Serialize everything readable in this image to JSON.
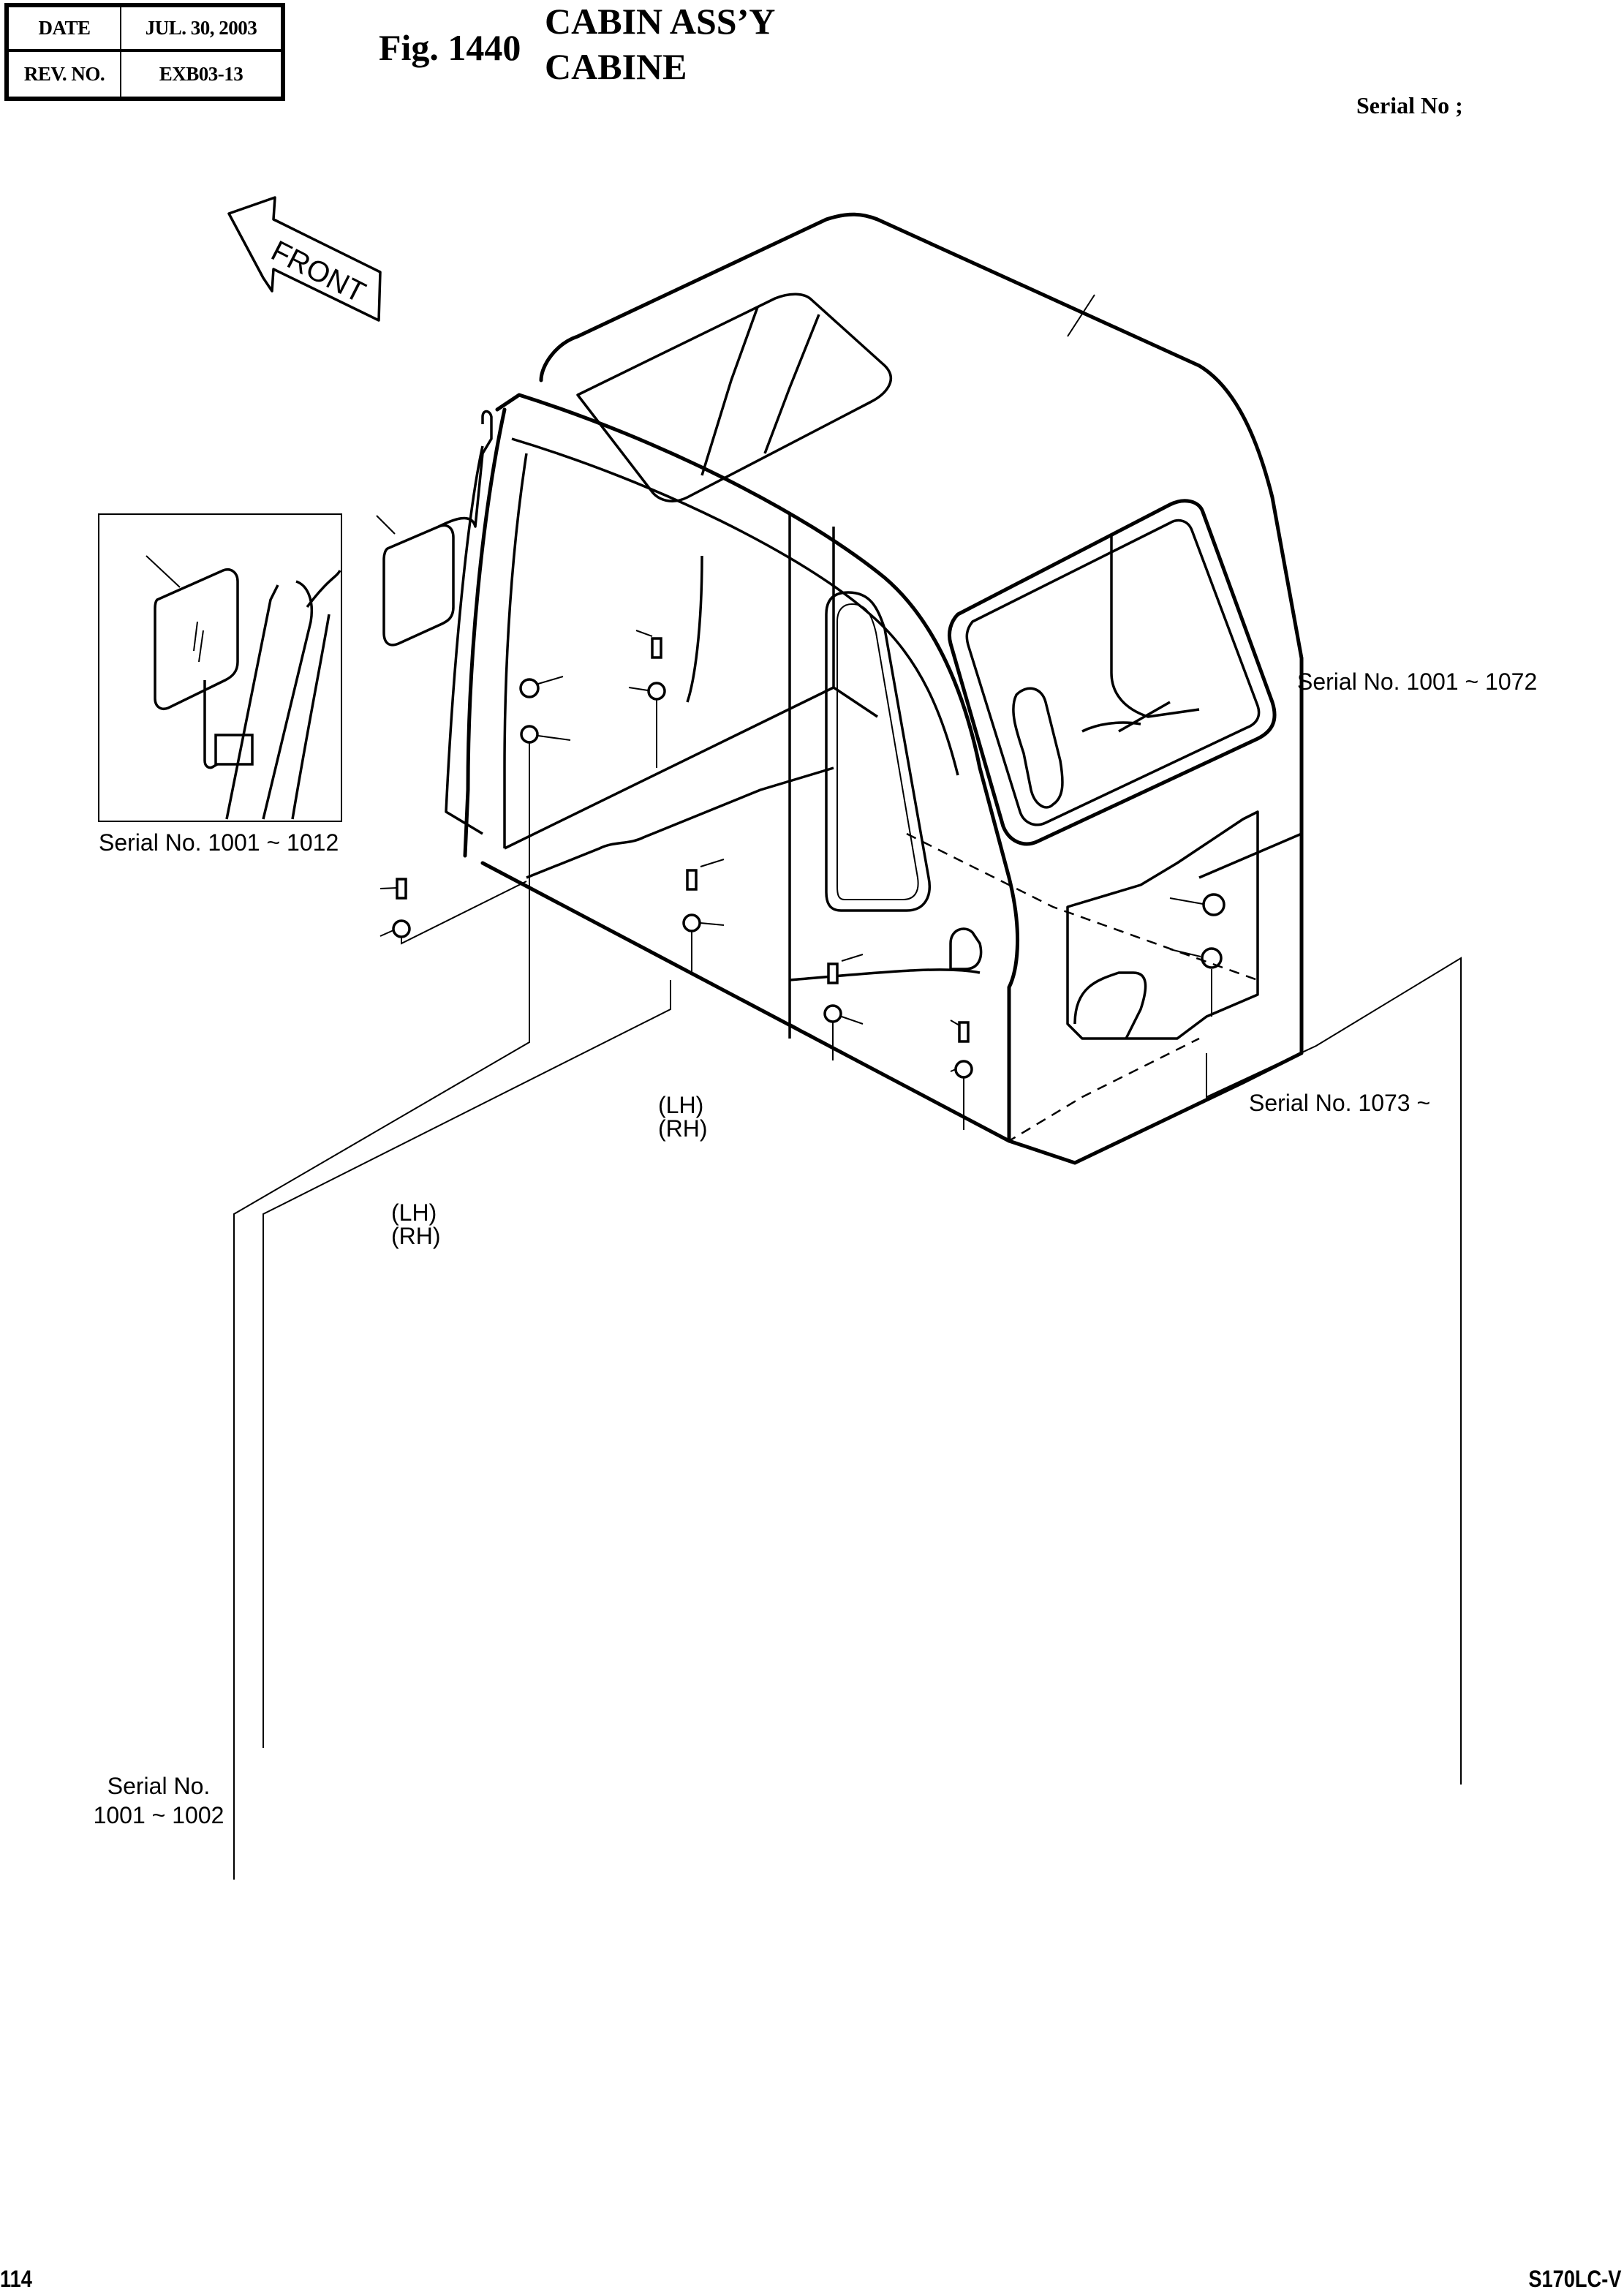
{
  "header": {
    "date_label": "DATE",
    "date_value": "JUL. 30, 2003",
    "rev_label": "REV. NO.",
    "rev_value": "EXB03-13",
    "figure_number": "Fig. 1440",
    "title_en": "CABIN ASS’Y",
    "title_fr": "CABINE",
    "serial_label": "Serial No ;"
  },
  "diagram": {
    "front_arrow_label": "FRONT",
    "insets": [
      {
        "id": "mirror",
        "label": "Serial No. 1001 ~ 1012"
      },
      {
        "id": "vent-louver",
        "label": "Serial No. 1001 ~ 1072"
      },
      {
        "id": "vent-duct",
        "label": "Serial No. 1073 ~"
      },
      {
        "id": "pedal-covers",
        "label_line1": "Serial No.",
        "label_line2": "1001 ~ 1002"
      }
    ],
    "callouts": {
      "lever_knob_lh": "(LH)",
      "lever_knob_rh": "(RH)",
      "lever_rod_lh": "(LH)",
      "lever_rod_rh": "(RH)"
    }
  },
  "footer": {
    "page_number": "114",
    "model": "S170LC-V"
  }
}
